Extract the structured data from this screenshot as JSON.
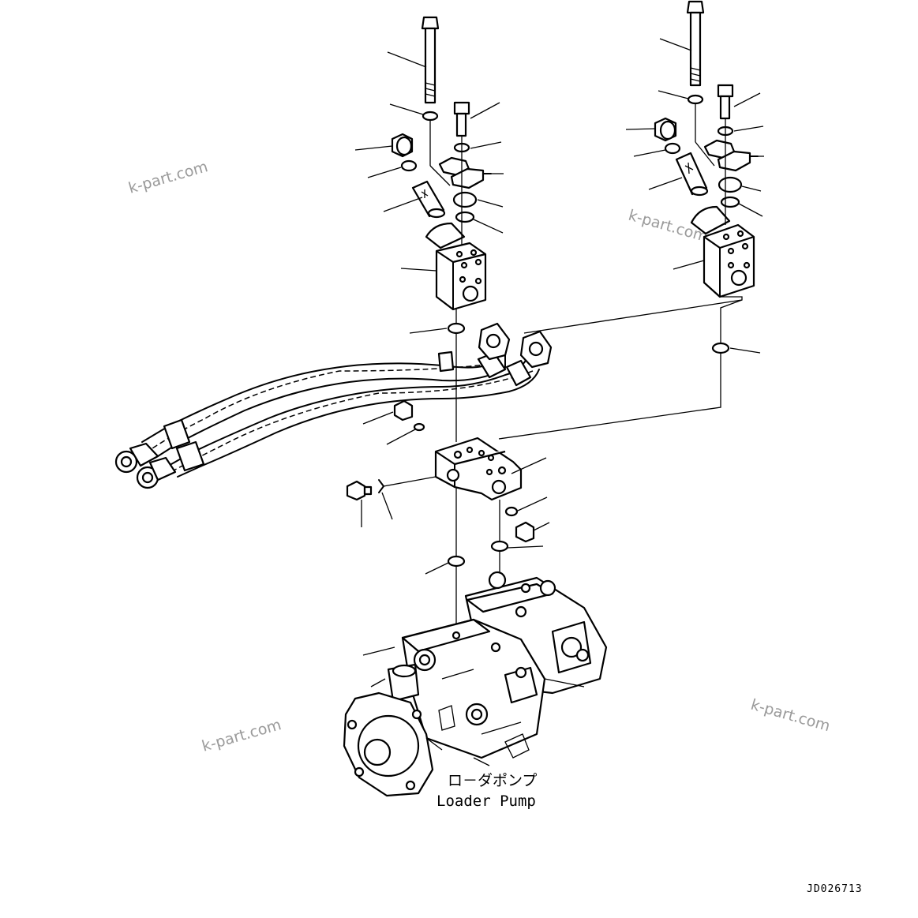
{
  "watermarks": [
    "k-part.com",
    "k-part.com",
    "k-part.com",
    "k-part.com"
  ],
  "pump_label_jp": "ロ－ダポンプ",
  "pump_label_en": "Loader Pump",
  "drawing_code": "JD026713"
}
